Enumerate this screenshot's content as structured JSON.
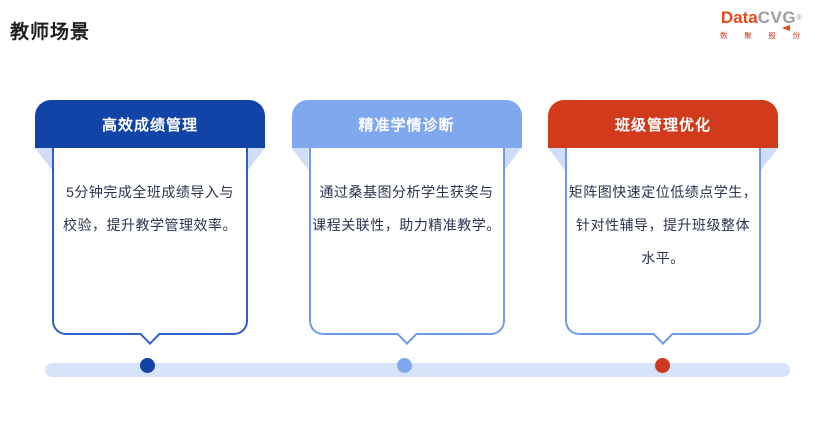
{
  "page": {
    "title": "教师场景"
  },
  "logo": {
    "brand_primary": "Data",
    "brand_secondary": "CVG",
    "registered_mark": "®",
    "tagline": "数聚股份",
    "primary_color": "#E8491F",
    "secondary_color": "#9a9ea3",
    "tagline_color": "#cf3b24"
  },
  "cards": [
    {
      "title": "高效成绩管理",
      "lines": [
        "5分钟完成全班成绩导入与",
        "校验，提升教学管理效率。"
      ],
      "header_color": "#1243A6",
      "border_color": "#2E5FC7",
      "dot_color": "#1243A6"
    },
    {
      "title": "精准学情诊断",
      "lines": [
        "通过桑基图分析学生获奖与",
        "课程关联性，助力精准教学。"
      ],
      "header_color": "#7FA8EF",
      "border_color": "#6E9CEC",
      "dot_color": "#7FA8EF"
    },
    {
      "title": "班级管理优化",
      "lines": [
        "矩阵图快速定位低绩点学生，",
        "针对性辅导，提升班级整体",
        "水平。"
      ],
      "header_color": "#D23A1C",
      "border_color": "#6E9CEC",
      "dot_color": "#CC3A1C"
    }
  ],
  "timeline": {
    "fold_color": "#CFDDF8",
    "track_color": "#D6E3F9",
    "body_text_color": "#2A3350"
  }
}
